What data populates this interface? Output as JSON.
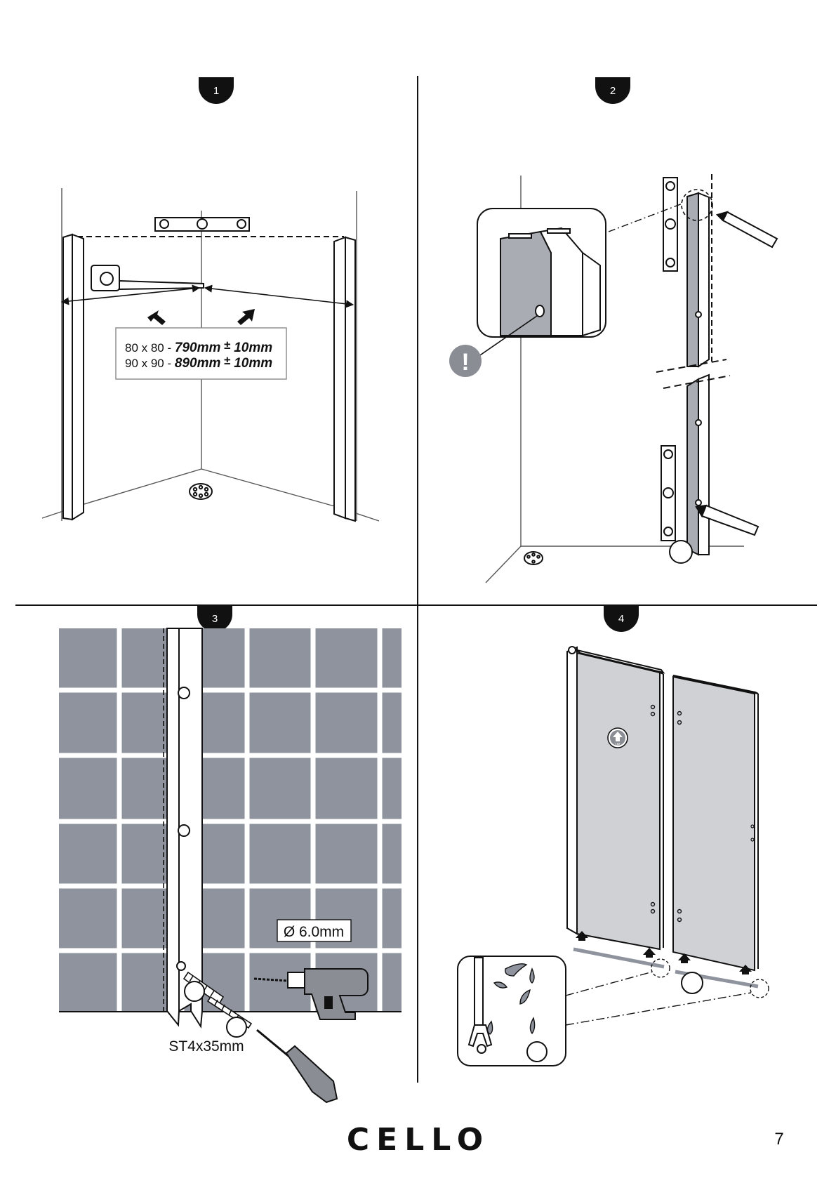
{
  "steps": [
    {
      "number": "1",
      "spec_lines": [
        {
          "size": "80 x 80 -",
          "value": "790mm",
          "tol": "10mm"
        },
        {
          "size": "90 x 90 -",
          "value": "890mm",
          "tol": "10mm"
        }
      ],
      "plusminus": "±"
    },
    {
      "number": "2",
      "warning_symbol": "!"
    },
    {
      "number": "3",
      "drill_label": "Ø 6.0mm",
      "screw_label": "ST4x35mm"
    },
    {
      "number": "4",
      "up_badge": "UP"
    }
  ],
  "footer": {
    "brand": "CELLO",
    "page_number": "7"
  },
  "colors": {
    "tile": "#8e939d",
    "panel_grey": "#a9acb2",
    "glass": "#cfd1d5",
    "dark": "#111111",
    "badge": "#8a8d93"
  },
  "icons": [
    "spirit-level-icon",
    "tape-measure-icon",
    "drain-icon",
    "pencil-icon",
    "drill-icon",
    "screwdriver-icon",
    "screw-icon",
    "wall-plug-icon",
    "warning-icon",
    "up-arrow-icon",
    "water-drop-icon"
  ]
}
